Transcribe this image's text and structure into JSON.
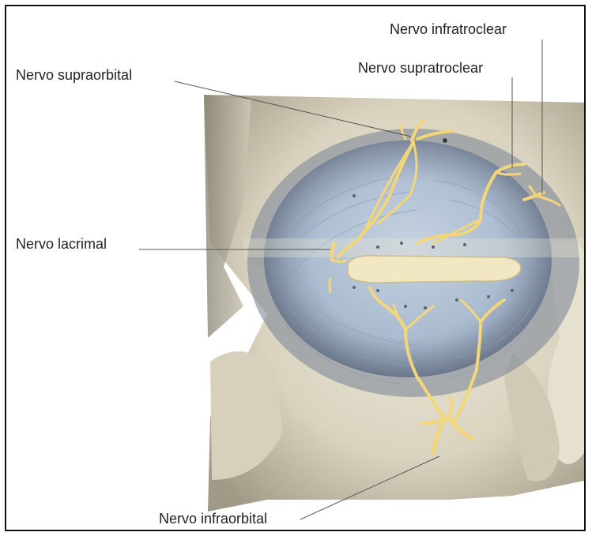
{
  "labels": {
    "infratroclear": "Nervo infratroclear",
    "supraorbital": "Nervo supraorbital",
    "supratroclear": "Nervo supratroclear",
    "lacrimal": "Nervo lacrimal",
    "infraorbital": "Nervo infraorbital"
  },
  "colors": {
    "nerve": "#f3d57a",
    "nerve_outline": "#d4b04e",
    "bone": "#ddd8c6",
    "bone_shadow": "#a9a391",
    "muscle": "#aebed2",
    "tarsus": "#f2e9c4",
    "leader_line": "#555555"
  }
}
